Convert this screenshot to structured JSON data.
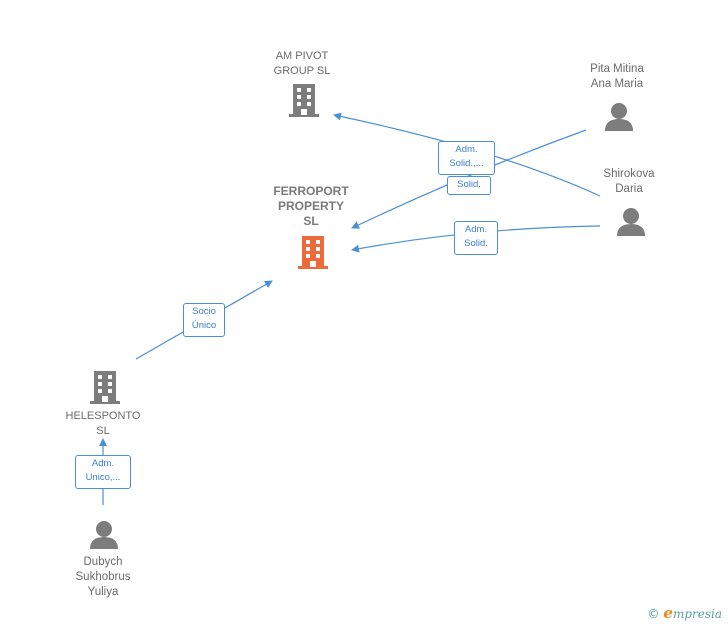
{
  "colors": {
    "edge": "#4a90d9",
    "company_icon": "#7d7d7d",
    "main_icon": "#ee6a3a",
    "person_icon": "#7d7d7d"
  },
  "nodes": {
    "am_pivot": {
      "label": "AM PIVOT\nGROUP  SL",
      "icon": "building-icon"
    },
    "ferroport": {
      "label": "FERROPORT\nPROPERTY\nSL",
      "icon": "building-icon"
    },
    "helesponto": {
      "label": "HELESPONTO\nSL",
      "icon": "building-icon"
    },
    "pita": {
      "label": "Pita Mitina\nAna Maria",
      "icon": "person-icon"
    },
    "shirokova": {
      "label": "Shirokova\nDaria",
      "icon": "person-icon"
    },
    "dubych": {
      "label": "Dubych\nSukhobrus\nYuliya",
      "icon": "person-icon"
    }
  },
  "edges": {
    "adm_solid_multi": "Adm.\nSolid.,...",
    "solid": "Solid.",
    "adm_solid": "Adm.\nSolid.",
    "socio_unico": "Socio\nÚnico",
    "adm_unico": "Adm.\nUnico,..."
  },
  "watermark": {
    "copyright": "©",
    "brand_initial": "e",
    "brand_rest": "mpresia"
  }
}
